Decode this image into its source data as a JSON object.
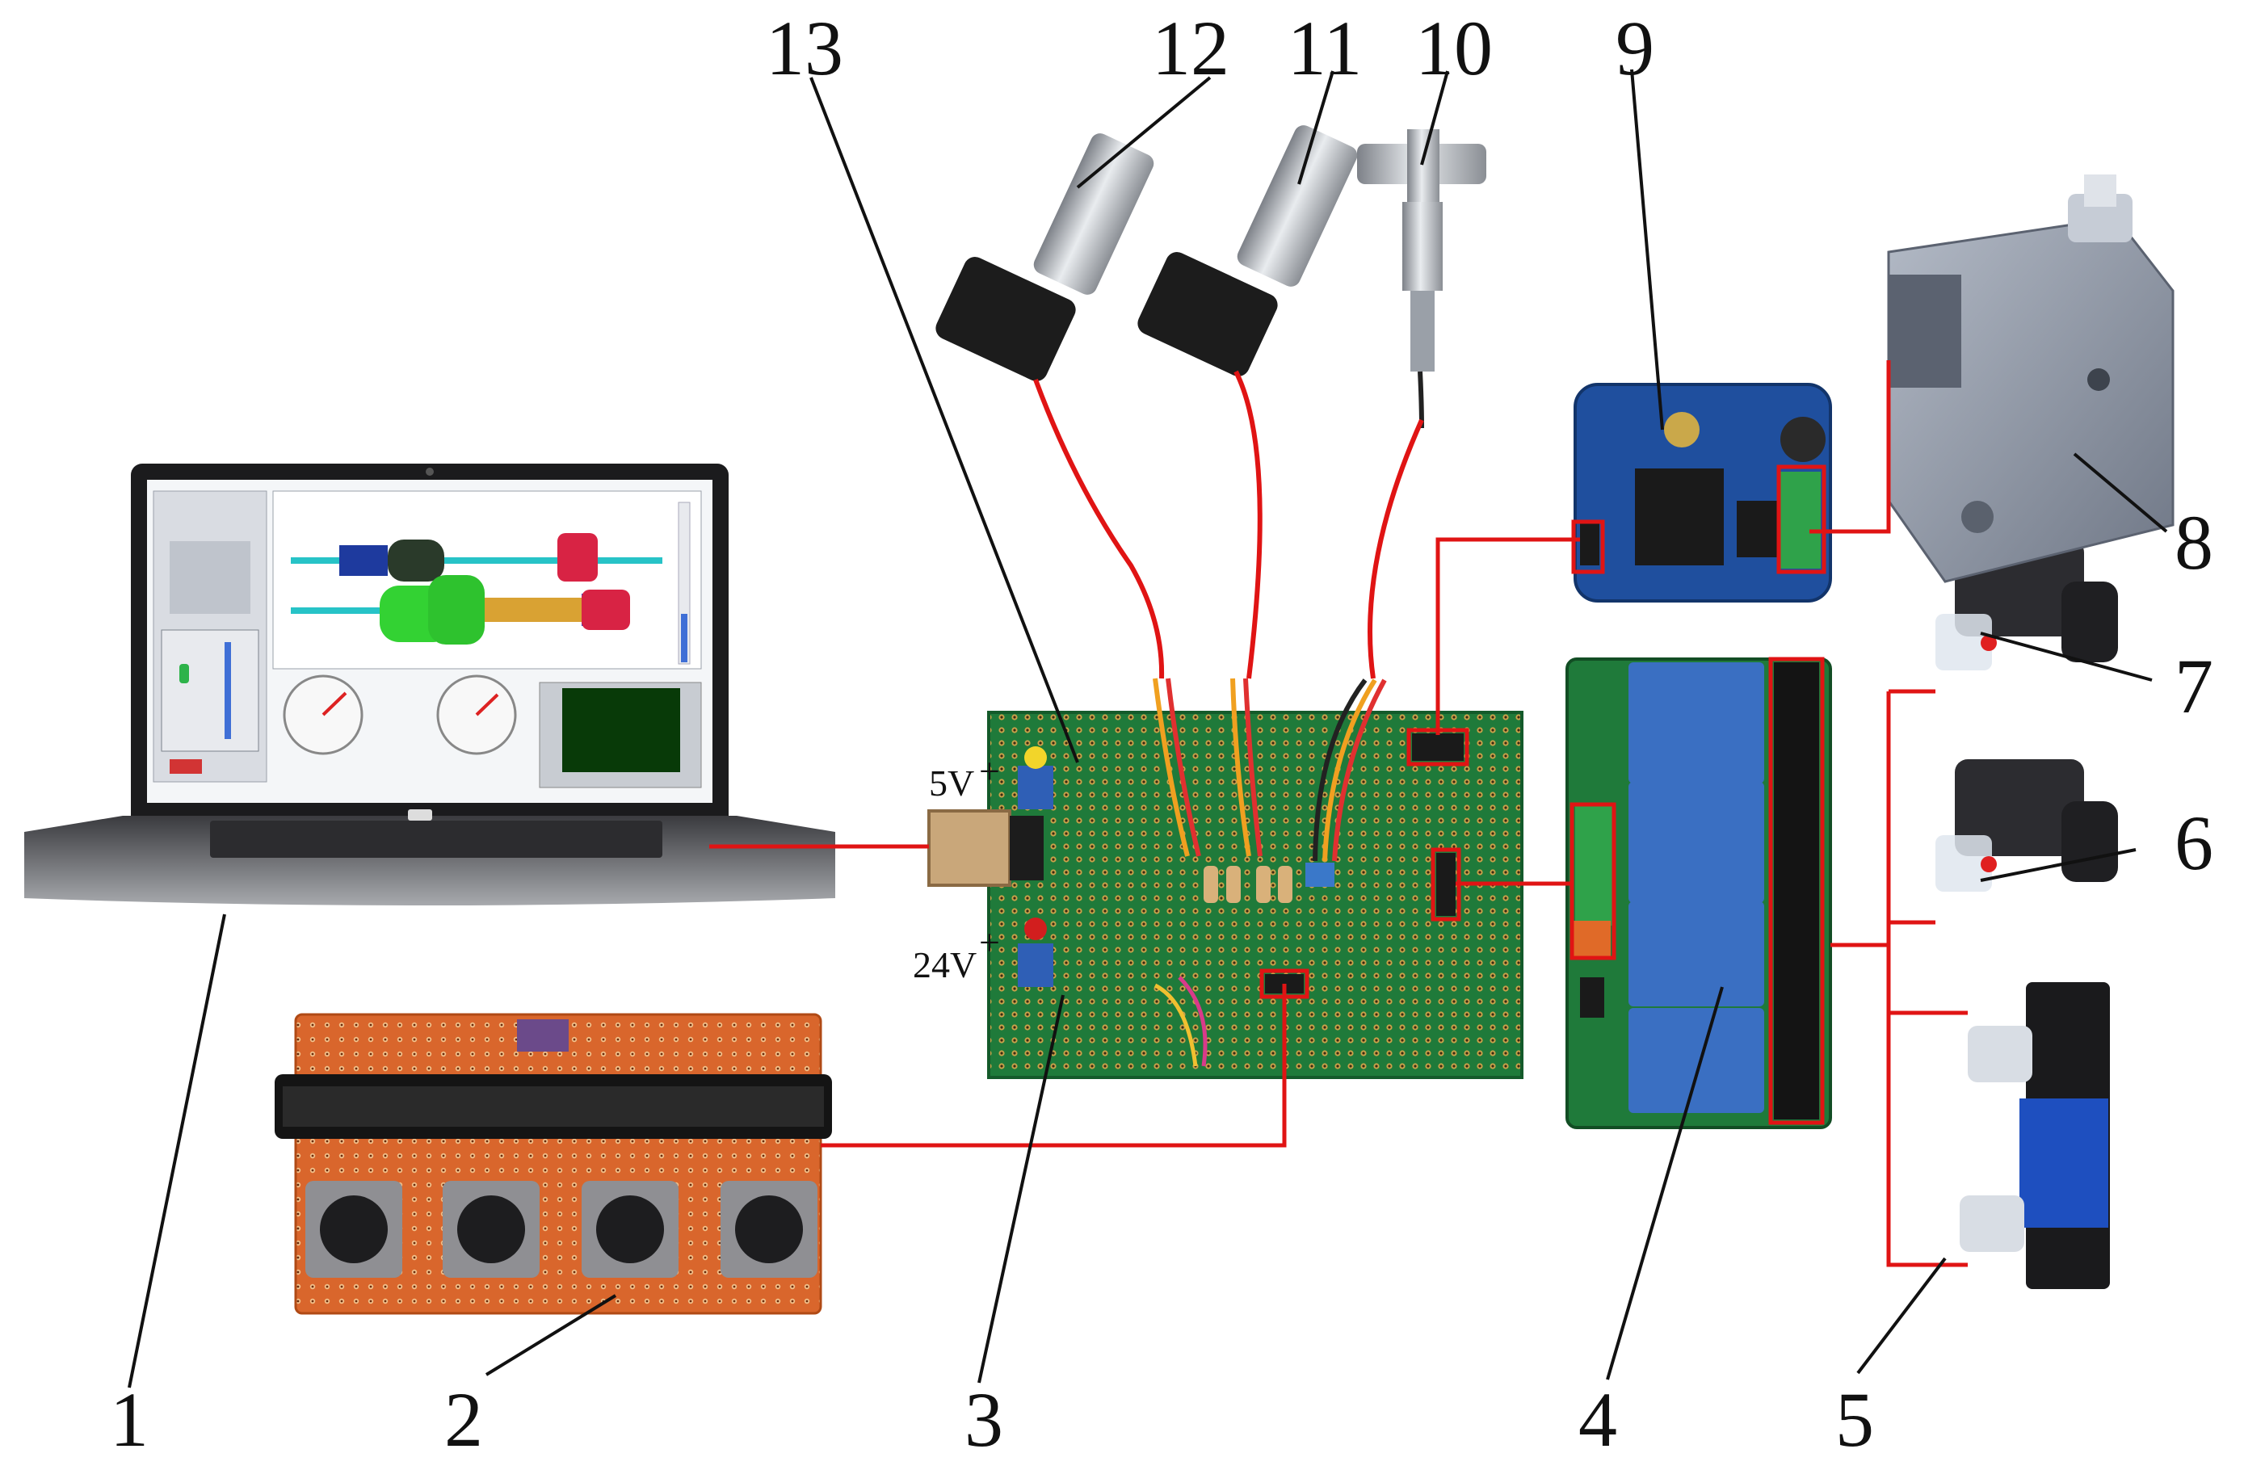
{
  "labels": {
    "n1": "1",
    "n2": "2",
    "n3": "3",
    "n4": "4",
    "n5": "5",
    "n6": "6",
    "n7": "7",
    "n8": "8",
    "n9": "9",
    "n10": "10",
    "n11": "11",
    "n12": "12",
    "n13": "13"
  },
  "voltage": {
    "v5": "5V",
    "v24": "24V"
  },
  "colors": {
    "wire": "#e01414",
    "leader": "#111111",
    "pcb_green": "#1f7a3a",
    "button_board": "#d9662c",
    "relay_blue": "#3a6fc2",
    "driver_blue": "#1f4f9e",
    "pump_gray": "#8e97a6",
    "valve_dark": "#2c2c30",
    "valve_blue": "#1e4fbf",
    "sensor_steel": "#b8bcc2"
  }
}
